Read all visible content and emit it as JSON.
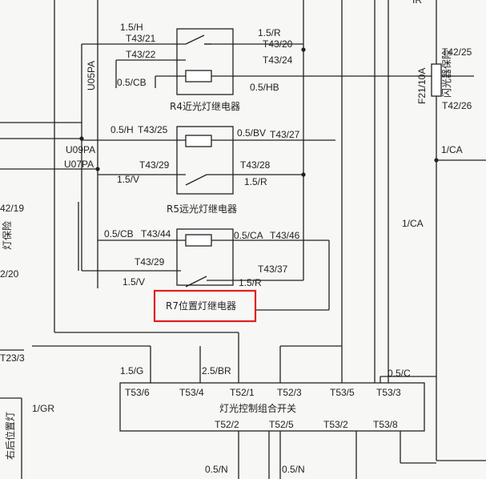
{
  "relays": {
    "r4": {
      "name": "R4近光灯继电器"
    },
    "r5": {
      "name": "R5远光灯继电器"
    },
    "r7": {
      "name": "R7位置灯继电器"
    }
  },
  "switch": {
    "name": "灯光控制组合开关",
    "top_pins": [
      "T53/6",
      "T53/4",
      "T52/1",
      "T52/3",
      "T53/5",
      "T53/3"
    ],
    "bottom_pins": [
      "T52/2",
      "T52/5",
      "T53/2",
      "T53/8"
    ]
  },
  "wires": {
    "w_15h": "1.5/H",
    "w_15r_top": "1.5/R",
    "w_05cb_r4": "0.5/CB",
    "w_05hb": "0.5/HB",
    "w_05h": "0.5/H",
    "w_05bv": "0.5/BV",
    "w_15v_r5": "1.5/V",
    "w_15r_r5": "1.5/R",
    "w_05cb_r7": "0.5/CB",
    "w_05ca": "0.5/CA",
    "w_15v_r7": "1.5/V",
    "w_15r_r7": "1.5/R",
    "w_15g": "1.5/G",
    "w_25br": "2.5/BR",
    "w_05c": "0.5/C",
    "w_1ca_a": "1/CA",
    "w_1ca_b": "1/CA",
    "w_1gr": "1/GR",
    "w_05n_a": "0.5/N",
    "w_05n_b": "0.5/N"
  },
  "terminals": {
    "t43_21": "T43/21",
    "t43_22": "T43/22",
    "t43_20": "T43/20",
    "t43_24": "T43/24",
    "t43_25": "T43/25",
    "t43_27": "T43/27",
    "t43_29_r5": "T43/29",
    "t43_28": "T43/28",
    "t43_44": "T43/44",
    "t43_46": "T43/46",
    "t43_29_r7": "T43/29",
    "t43_37": "T43/37",
    "t42_25": "T42/25",
    "t42_26": "T42/26"
  },
  "connectors": {
    "u05pa": "U05PA",
    "u09pa": "U09PA",
    "u07pa": "U07PA"
  },
  "fuse": {
    "label": "F21/10A",
    "desc": "闪光器保险"
  },
  "left_edge": {
    "t42_19": "42/19",
    "fuse_note": "灯保险",
    "t22_20": "2/20",
    "t23_3": "T23/3",
    "lamp": "右后位置灯"
  },
  "top_partial": "IR"
}
